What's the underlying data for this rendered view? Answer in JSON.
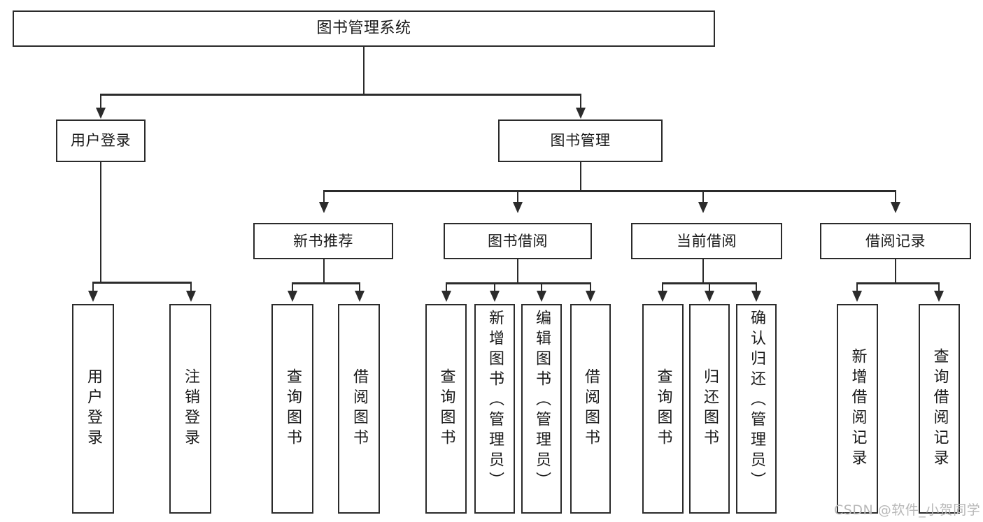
{
  "diagram": {
    "title": "图书管理系统",
    "type": "tree-hierarchy-diagram",
    "colors": {
      "background": "#ffffff",
      "stroke": "#2b2b2b",
      "text": "#1a1a1a",
      "watermark": "#b8b8b8"
    },
    "root": {
      "label": "图书管理系统"
    },
    "level2": [
      {
        "label": "用户登录"
      },
      {
        "label": "图书管理"
      }
    ],
    "level3": [
      {
        "label": "新书推荐"
      },
      {
        "label": "图书借阅"
      },
      {
        "label": "当前借阅"
      },
      {
        "label": "借阅记录"
      }
    ],
    "leaves": {
      "user_login": [
        {
          "label": "用户登录"
        },
        {
          "label": "注销登录"
        }
      ],
      "new_book_recommend": [
        {
          "label": "查询图书"
        },
        {
          "label": "借阅图书"
        }
      ],
      "book_borrow": [
        {
          "label": "查询图书"
        },
        {
          "label": "新增图书（管理员）"
        },
        {
          "label": "编辑图书（管理员）"
        },
        {
          "label": "借阅图书"
        }
      ],
      "current_borrow": [
        {
          "label": "查询图书"
        },
        {
          "label": "归还图书"
        },
        {
          "label": "确认归还（管理员）"
        }
      ],
      "borrow_record": [
        {
          "label": "新增借阅记录"
        },
        {
          "label": "查询借阅记录"
        }
      ]
    }
  },
  "watermark": {
    "text": "CSDN @软件_小贺同学"
  }
}
